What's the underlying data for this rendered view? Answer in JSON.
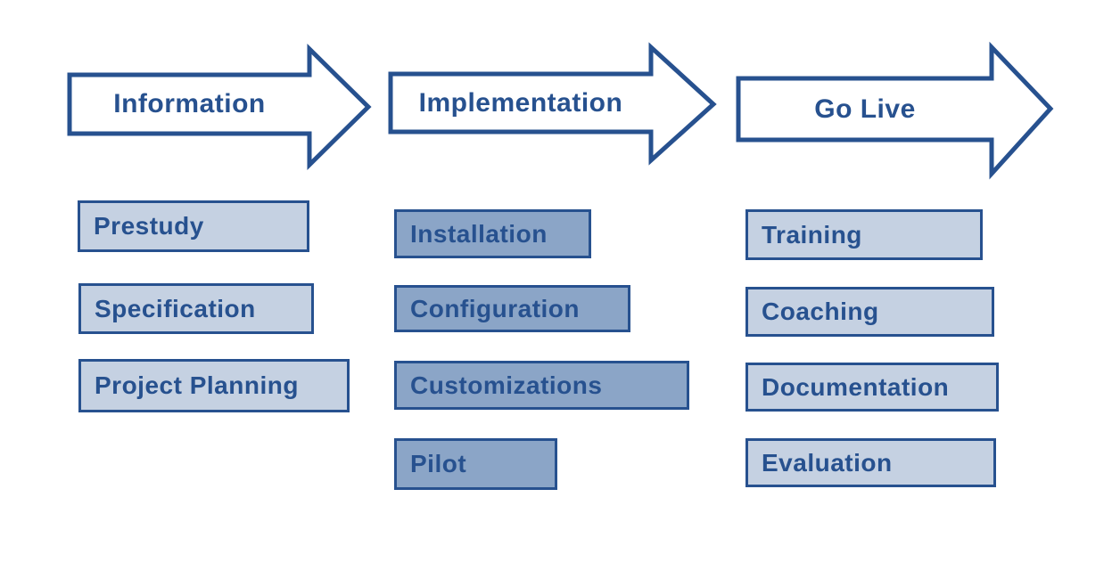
{
  "phases": [
    {
      "label": "Information",
      "steps": [
        "Prestudy",
        "Specification",
        "Project Planning"
      ]
    },
    {
      "label": "Implementation",
      "steps": [
        "Installation",
        "Configuration",
        "Customizations",
        "Pilot"
      ]
    },
    {
      "label": "Go Live",
      "steps": [
        "Training",
        "Coaching",
        "Documentation",
        "Evaluation"
      ]
    }
  ],
  "colors": {
    "outline": "#27518f",
    "text": "#27518f",
    "step_light_fill": "#c5d1e2",
    "step_medium_fill": "#8ba5c7",
    "arrow_fill": "#ffffff",
    "background": "#ffffff"
  }
}
